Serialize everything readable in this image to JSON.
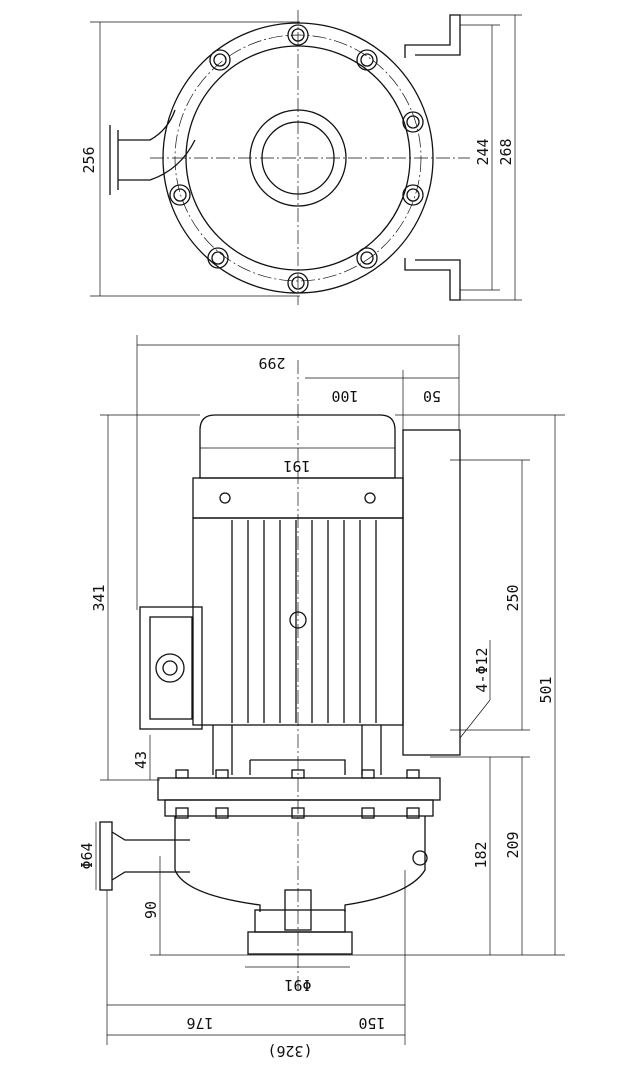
{
  "top_view": {
    "dim_height": "256",
    "dim_bracket_inner": "244",
    "dim_bracket_outer": "268"
  },
  "side_view": {
    "dim_total_width": "299",
    "dim_100": "100",
    "dim_50": "50",
    "dim_motor": "191",
    "dim_341": "341",
    "dim_250": "250",
    "dim_holes": "4-Φ12",
    "dim_501": "501",
    "dim_43": "43",
    "dim_182": "182",
    "dim_209": "209",
    "dim_inlet": "Φ64",
    "dim_90": "90",
    "dim_outlet": "Φ91",
    "dim_176": "176",
    "dim_150": "150",
    "dim_326": "(326)"
  }
}
